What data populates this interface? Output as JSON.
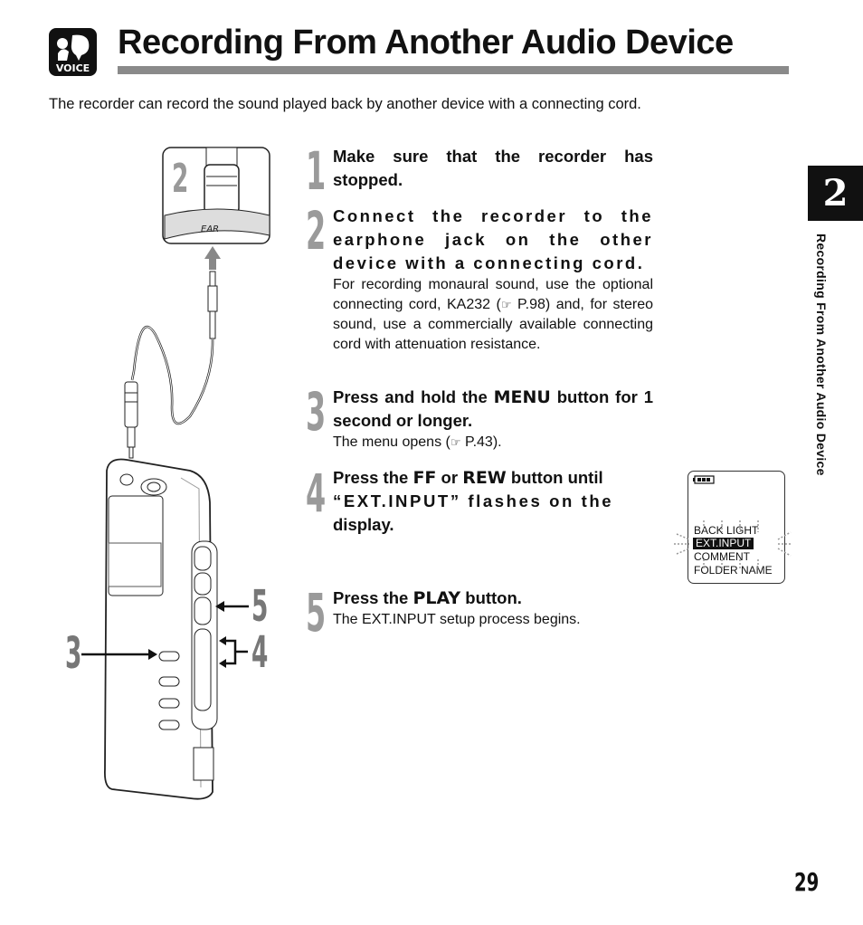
{
  "header": {
    "voice_icon_label": "VOICE",
    "title": "Recording From Another Audio Device"
  },
  "intro": "The recorder can record the sound played back by another device with a connecting cord.",
  "chapter_tab": "2",
  "side_label": "Recording From Another Audio Device",
  "illustration": {
    "inset_number": "2",
    "jack_label": "EAR",
    "callout_3": "3",
    "callout_5": "5",
    "callout_4": "4"
  },
  "steps": [
    {
      "number": "1",
      "head": "Make sure that the recorder has stopped."
    },
    {
      "number": "2",
      "head": "Connect the recorder to the earphone jack on the other device with a connecting cord.",
      "body_a": "For recording monaural sound, use the optional connecting cord, KA232 (",
      "ref_icon": "☞",
      "body_b": " P.98) and, for stereo sound, use a commercially available connecting cord with attenuation resistance."
    },
    {
      "number": "3",
      "head_a": "Press and hold the ",
      "button": "MENU",
      "head_b": " button for 1 second or longer.",
      "body_a": "The menu opens (",
      "ref_icon": "☞",
      "body_b": " P.43)."
    },
    {
      "number": "4",
      "head_a": "Press the ",
      "button_a": "FF",
      "head_mid": " or ",
      "button_b": "REW",
      "head_b": " button until",
      "head_c": "“EXT.INPUT” flashes on the",
      "head_d": "display."
    },
    {
      "number": "5",
      "head_a": "Press the ",
      "button": "PLAY",
      "head_b": " button.",
      "body": "The EXT.INPUT setup process begins."
    }
  ],
  "lcd": {
    "items": [
      "BACK LIGHT",
      "EXT.INPUT",
      "COMMENT",
      "FOLDER NAME"
    ],
    "selected": "EXT.INPUT"
  },
  "page_number": "29"
}
